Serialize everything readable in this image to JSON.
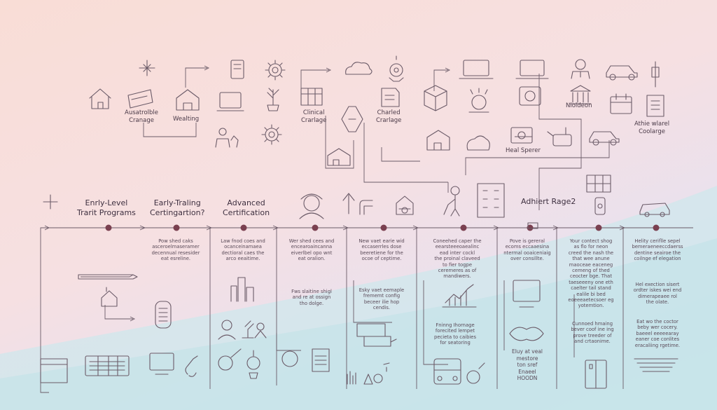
{
  "top_labels": {
    "a": [
      "Ausatrolble",
      "Cranage"
    ],
    "b": [
      "Wealting"
    ],
    "c": [
      "Clinical",
      "Crarlage"
    ],
    "d": [
      "Charled",
      "Crarlage"
    ],
    "e": [
      "Nioldeon"
    ],
    "f": [
      "Athie wlarel",
      "Coolarge"
    ],
    "g": [
      "Heal Sperer"
    ]
  },
  "stages": {
    "s1": [
      "Enrly-Level",
      "Trarit Programs"
    ],
    "s2": [
      "Early-Traling",
      "Certingartion?"
    ],
    "s3": [
      "Advanced",
      "Certification"
    ],
    "s4": [
      "Adhiert Rage2"
    ]
  },
  "texts": {
    "c1": [
      "Pow shed caks",
      "asceroelmaseramer",
      "decennual resesider",
      "eat esreline."
    ],
    "c2": [
      "Law fnod coes and",
      "ocanceinamaea",
      "dectioral caes the",
      "arco eeaitime."
    ],
    "c3": [
      "Wer shed cees and",
      "encearoaincanna",
      "eiverlbel opo wnt",
      "eat oralion."
    ],
    "c3b": [
      "Fws slaitine shigl",
      "and re at ossign",
      "tho dolge."
    ],
    "c4": [
      "New vaet earie wid",
      "eccaserrles dose",
      "beeretiene for the",
      "ocoe of ceptime."
    ],
    "c4b": [
      "Esky vaet eemaple",
      "frememt config",
      "beceer ilie hop",
      "cendis."
    ],
    "c5": [
      "Coneehed caper the",
      "eearsteeeoaealinc",
      "ead inter cockl",
      "the proinal claveed",
      "to fier togpe",
      "ceremeres as of",
      "mandiwers."
    ],
    "c5b": [
      "Fninng Ihornage",
      "forecited lempet",
      "pecieta to caibies",
      "for seatoring"
    ],
    "c6": [
      "Pove is gereral",
      "ecoms eccaaesina",
      "ntermal ooaiceniaig",
      "over consillte."
    ],
    "c6b": [
      "Eluy at veal",
      "mestore",
      "ton sref",
      "Enaeel",
      "HOODN"
    ],
    "c7": [
      "Your contect shog",
      "as flo for neon",
      "creed the nash the",
      "that wee anune",
      "maoceae eaceneg",
      "cemeng of thed",
      "ceocter bge. That",
      "taeseeeny one eth",
      "caelter tail stand",
      "ealile bi bed",
      "eoeeeaetecsoer eg",
      "yotemtion."
    ],
    "c7b": [
      "Cunnoed hmaing",
      "bever coof ine ing",
      "prove treeder of",
      "and crtaonime."
    ],
    "c8": [
      "Helity ceriflle sepel",
      "bemeraeneeccdaerss",
      "dentine seairoe the",
      "coilnge ef elegation"
    ],
    "c8b": [
      "Hel exection sisert",
      "ordter iskes wei end",
      "dimerapeaee rol",
      "the olate."
    ],
    "c8c": [
      "Eat wo the coctor",
      "beby wer cocery.",
      "baeeel eeeeearay",
      "eaner coe conlites",
      "eracaliing rgetime."
    ]
  },
  "colors": {
    "ink": "#5a4a58",
    "node": "#7a4050",
    "bg_top": "#f9ddd6",
    "bg_bottom": "#d5ecef"
  },
  "icons": [
    "house-icon",
    "barn-icon",
    "laptop-icon",
    "phone-icon",
    "gear-icon",
    "plant-icon",
    "cloud-icon",
    "map-pin-icon",
    "document-icon",
    "archive-icon",
    "person-icon",
    "car-icon",
    "bank-icon",
    "calendar-icon",
    "building-icon",
    "signpost-icon",
    "arrow-up-icon",
    "bus-icon",
    "rocket-icon",
    "trophy-icon",
    "cash-register-icon"
  ]
}
